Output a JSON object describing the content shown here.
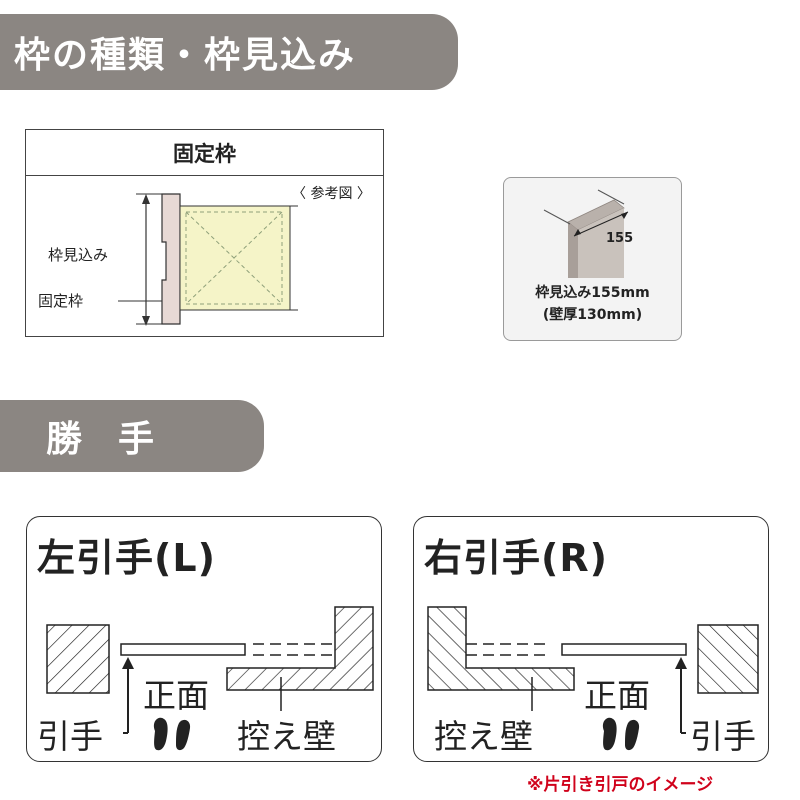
{
  "sections": {
    "frame_section_title": "枠の種類・枠見込み",
    "handing_section_title": "勝　手"
  },
  "fixed_frame": {
    "title": "固定枠",
    "reference_label": "〈 参考図 〉",
    "depth_label": "枠見込み",
    "frame_label": "固定枠"
  },
  "photo_card": {
    "dimension": "155",
    "caption_line1": "枠見込み155mm",
    "caption_line2": "(壁厚130mm)"
  },
  "handing": {
    "left": {
      "title": "左引手(L)",
      "front_label": "正面",
      "pull_label": "引手",
      "wall_label": "控え壁"
    },
    "right": {
      "title": "右引手(R)",
      "front_label": "正面",
      "pull_label": "引手",
      "wall_label": "控え壁"
    }
  },
  "footnote": "※片引き引戸のイメージ",
  "colors": {
    "banner": "#8b8682",
    "door_fill": "#f5f4c8",
    "frame_fill": "#e7d9d5",
    "note_red": "#d0021b"
  }
}
